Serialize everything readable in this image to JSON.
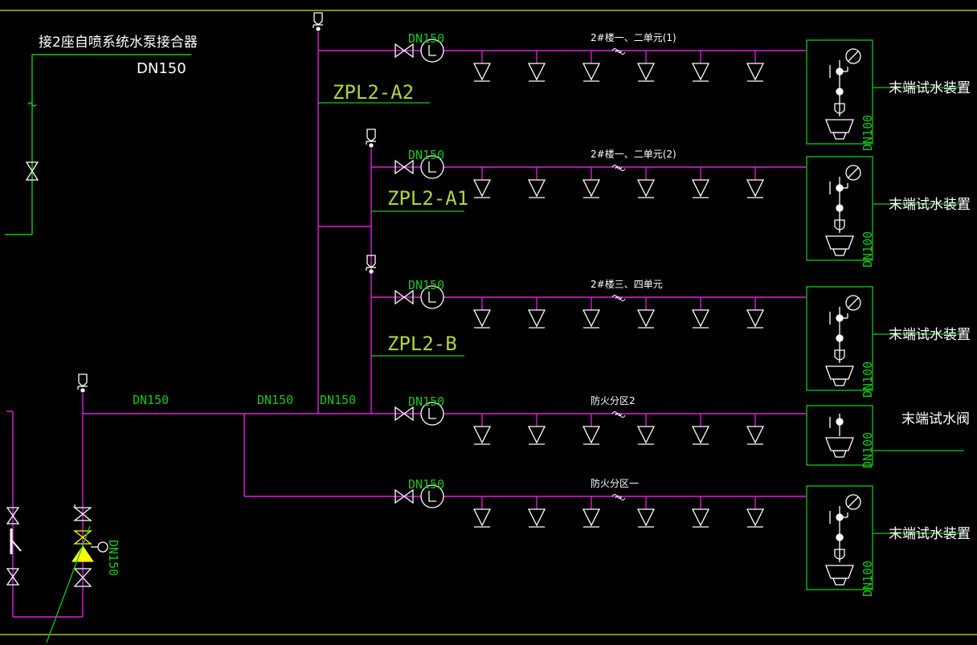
{
  "diagram": {
    "connector": {
      "label": "接2座自喷系统水泵接合器",
      "size": "DN150"
    },
    "risers": [
      {
        "label": "ZPL2-A2"
      },
      {
        "label": "ZPL2-A1"
      },
      {
        "label": "ZPL2-B"
      }
    ],
    "header_sizes": [
      "DN150",
      "DN150",
      "DN150"
    ],
    "valve_size": "DN150",
    "branches": [
      {
        "name": "2#楼一、二单元(1)",
        "size": "DN150",
        "device": "末端试水装置",
        "device_size": "DN100"
      },
      {
        "name": "2#楼一、二单元(2)",
        "size": "DN150",
        "device": "末端试水装置",
        "device_size": "DN100"
      },
      {
        "name": "2#楼三、四单元",
        "size": "DN150",
        "device": "末端试水装置",
        "device_size": "DN100"
      },
      {
        "name": "防火分区2",
        "size": "DN150",
        "device": "末端试水阀",
        "device_size": "DN100"
      },
      {
        "name": "防火分区一",
        "size": "DN150",
        "device": "末端试水装置",
        "device_size": "DN100"
      }
    ],
    "colors": {
      "pipe": "#e020e0",
      "annotation": "#12c81a",
      "symbol": "#ffffff",
      "border": "#d8d83a",
      "alarm_valve": "#ffff00"
    }
  }
}
